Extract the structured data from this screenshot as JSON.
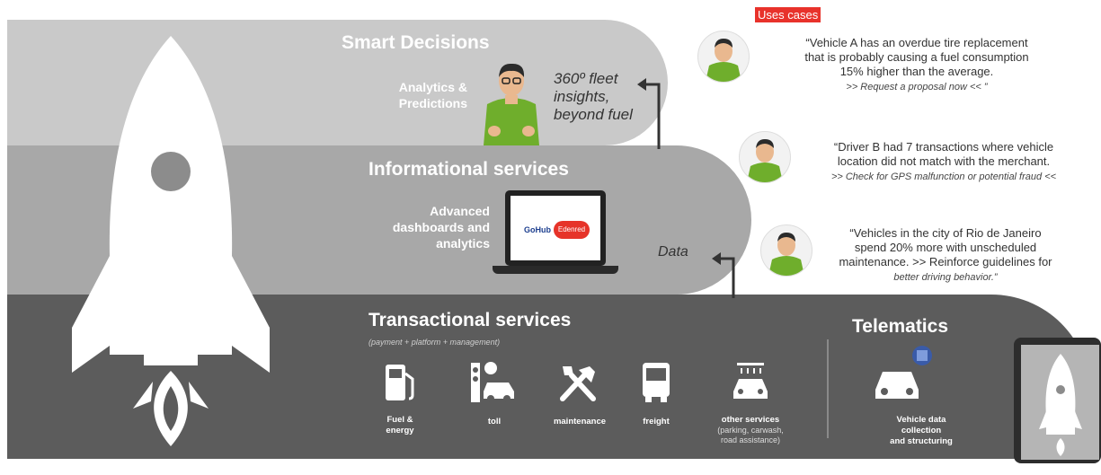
{
  "uses_cases_label": "Uses cases",
  "layers": {
    "smart": {
      "title": "Smart Decisions",
      "subtitle_line1": "Analytics &",
      "subtitle_line2": "Predictions"
    },
    "info": {
      "title": "Informational services",
      "subtitle_line1": "Advanced",
      "subtitle_line2": "dashboards and",
      "subtitle_line3": "analytics"
    },
    "trans": {
      "title": "Transactional services",
      "subtitle": "(payment + platform + management)"
    }
  },
  "insights_text": {
    "line1": "360º fleet",
    "line2": "insights,",
    "line3": "beyond fuel"
  },
  "data_label": "Data",
  "laptop_logo": {
    "left": "GoHub",
    "right": "Edenred"
  },
  "services": [
    {
      "icon": "fuel-pump-icon",
      "label1": "Fuel &",
      "label2": "energy"
    },
    {
      "icon": "toll-icon",
      "label1": "toll",
      "label2": ""
    },
    {
      "icon": "tools-icon",
      "label1": "maintenance",
      "label2": ""
    },
    {
      "icon": "truck-icon",
      "label1": "freight",
      "label2": ""
    },
    {
      "icon": "car-wash-icon",
      "label1": "other services",
      "note1": "(parking, carwash,",
      "note2": "road assistance)"
    }
  ],
  "telematics": {
    "title": "Telematics",
    "label1": "Vehicle data",
    "label2": "collection",
    "label3": "and structuring"
  },
  "use_cases": [
    {
      "line1": "“Vehicle A has an overdue tire replacement",
      "line2": "that is probably causing a fuel consumption",
      "line3": "15% higher than the average.",
      "cta": ">> Request a proposal now << ”"
    },
    {
      "line1": "“Driver B had 7 transactions where vehicle",
      "line2": "location did not match with the merchant.",
      "cta": ">> Check for GPS malfunction or potential fraud <<"
    },
    {
      "line1": "“Vehicles in the city of Rio de Janeiro",
      "line2": "spend 20% more with unscheduled",
      "line3": "maintenance. >> Reinforce guidelines for",
      "cta": "better driving behavior.”"
    }
  ],
  "colors": {
    "layer1": "#c9c9c9",
    "layer2": "#a8a8a8",
    "layer3": "#5c5c5c",
    "accent_red": "#e8322b",
    "edenred": "#e63329"
  }
}
